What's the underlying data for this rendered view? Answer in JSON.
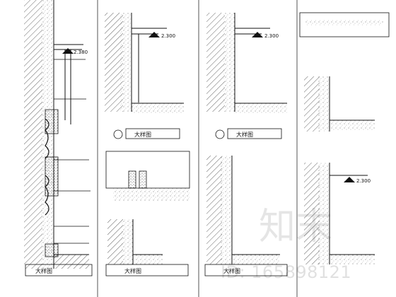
{
  "drawing": {
    "elevation_marks": {
      "left_elevation": "2.380",
      "top_center_elevation": "2.300",
      "third_panel_elevation": "2.300",
      "lower_right_elevation": "2.300"
    },
    "captions": {
      "bottom_left_title": "大样图",
      "bottom_center_title": "大样图",
      "bottom_right_title": "大样图"
    }
  },
  "watermark": {
    "brand": "知末",
    "id_text": "ID: 165898121"
  }
}
